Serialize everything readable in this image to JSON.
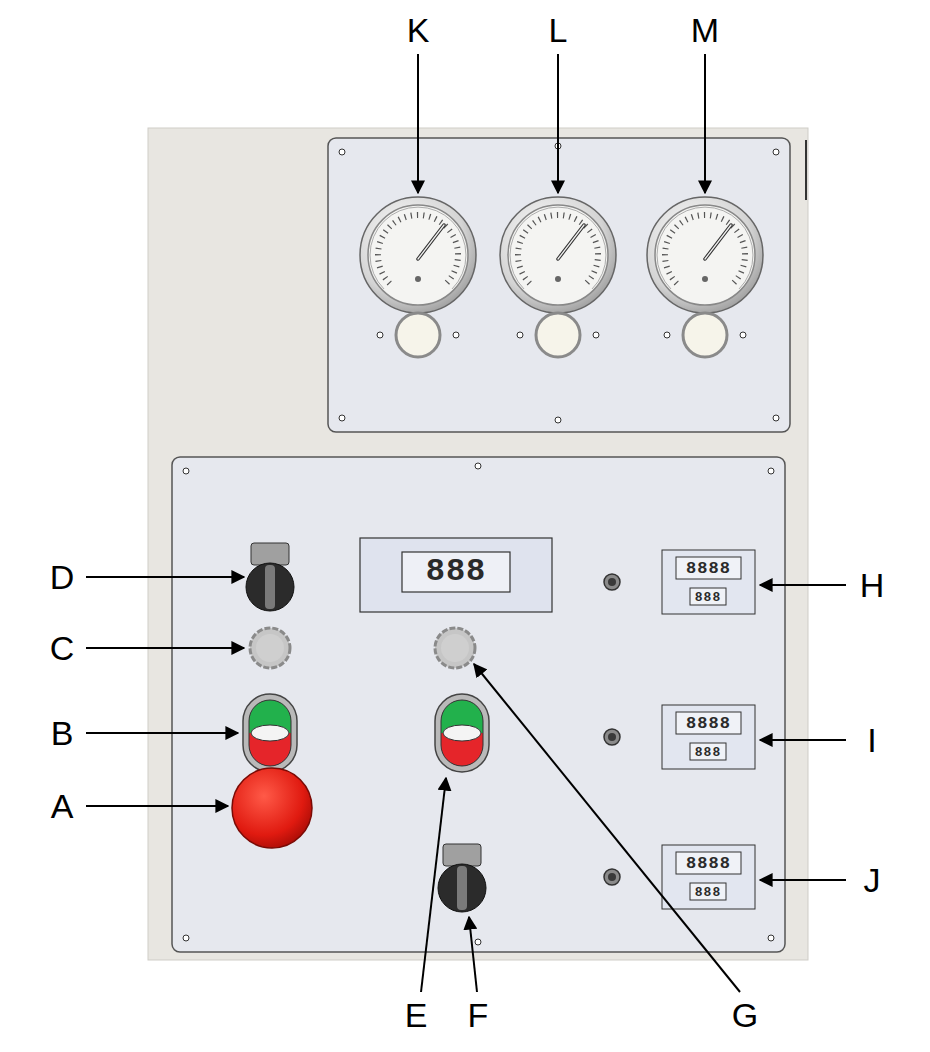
{
  "diagram": {
    "labels": [
      "K",
      "L",
      "M",
      "D",
      "C",
      "B",
      "A",
      "H",
      "I",
      "J",
      "E",
      "F",
      "G",
      "888",
      "8888",
      "888",
      "8888",
      "888",
      "8888",
      "888"
    ]
  }
}
